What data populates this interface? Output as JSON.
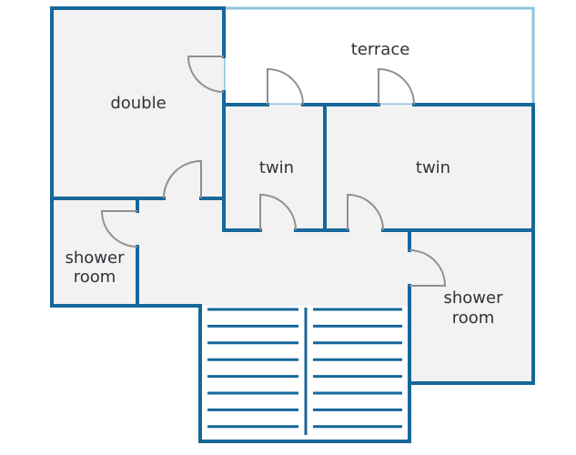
{
  "colors": {
    "wall": "#17679a",
    "terrace_wall": "#8ec5dd",
    "floor": "#f2f2f2",
    "background": "#ffffff",
    "door": "#8f8f8f",
    "text": "#2e3338"
  },
  "rooms": {
    "terrace": {
      "label": "terrace"
    },
    "double": {
      "label": "double"
    },
    "twin_small": {
      "label": "twin"
    },
    "twin_large": {
      "label": "twin"
    },
    "shower_room_left": {
      "line1": "shower",
      "line2": "room"
    },
    "shower_room_right": {
      "line1": "shower",
      "line2": "room"
    }
  }
}
